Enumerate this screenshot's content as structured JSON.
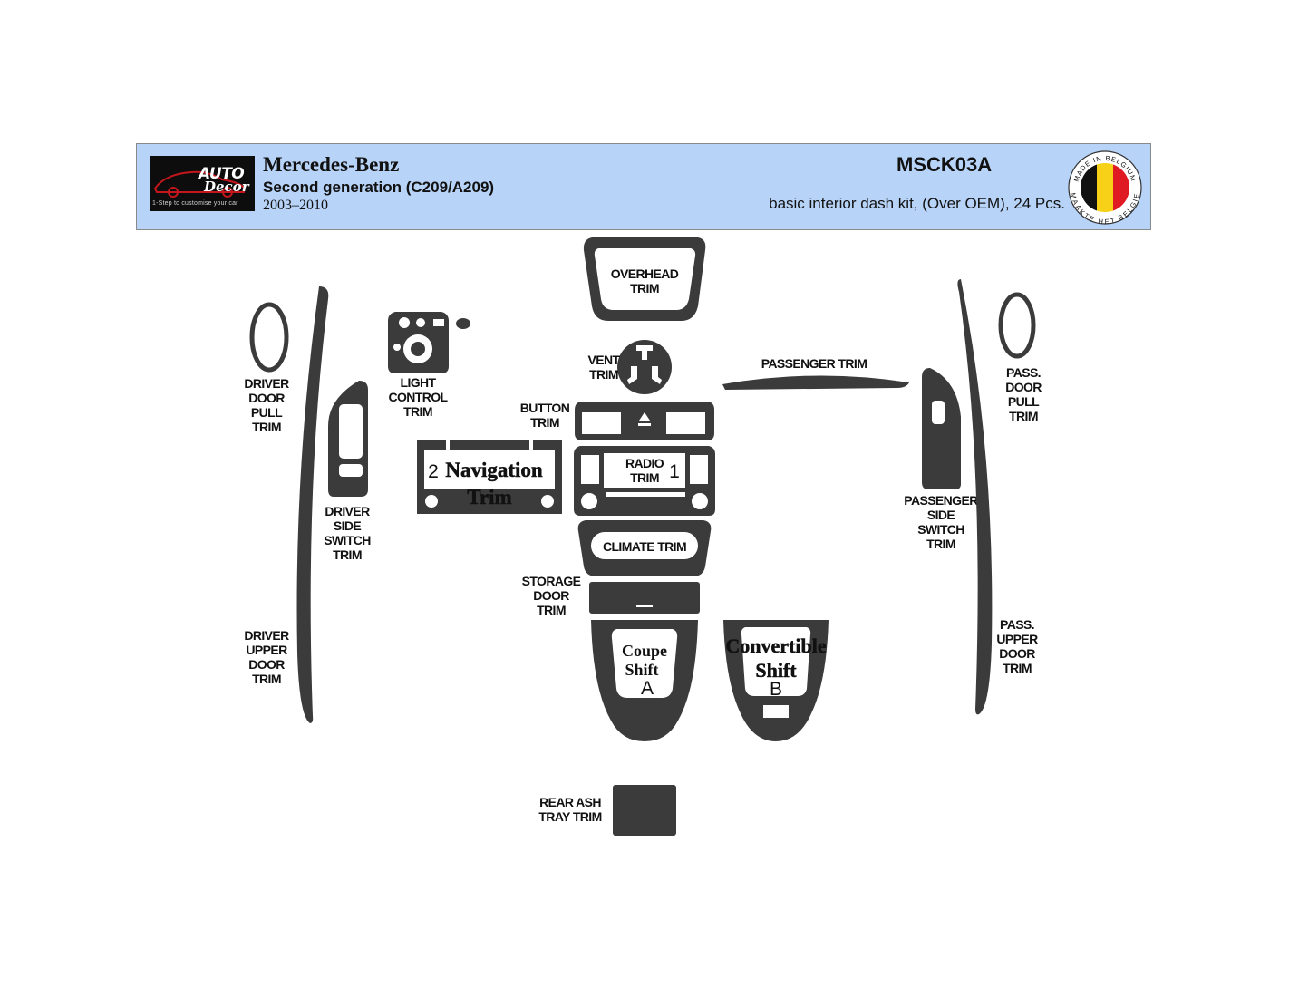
{
  "header": {
    "logo": {
      "line1": "AUTO",
      "line2": "Decor",
      "tagline": "1-Step to customise your car"
    },
    "brand": "Mercedes-Benz",
    "generation": "Second generation (C209/A209)",
    "years": "2003–2010",
    "code": "MSCK03A",
    "description": "basic interior dash kit, (Over OEM), 24 Pcs.",
    "badge": {
      "top_text": "MADE IN BELGIUM",
      "bottom_text": "MAAKTE HET BELGIE",
      "colors": [
        "#111111",
        "#f7d117",
        "#e01a22"
      ]
    }
  },
  "labels": {
    "overhead": [
      "OVERHEAD",
      "TRIM"
    ],
    "vent": [
      "VENT",
      "TRIM"
    ],
    "passenger_trim": "PASSENGER TRIM",
    "light_control": [
      "LIGHT",
      "CONTROL",
      "TRIM"
    ],
    "button": [
      "BUTTON",
      "TRIM"
    ],
    "driver_door_pull": [
      "DRIVER",
      "DOOR",
      "PULL",
      "TRIM"
    ],
    "pass_door_pull": [
      "PASS.",
      "DOOR",
      "PULL",
      "TRIM"
    ],
    "navigation": [
      "Navigation",
      "Trim"
    ],
    "navigation_num": "2",
    "radio": [
      "RADIO",
      "TRIM"
    ],
    "radio_num": "1",
    "driver_side_switch": [
      "DRIVER",
      "SIDE",
      "SWITCH",
      "TRIM"
    ],
    "passenger_side_switch": [
      "PASSENGER",
      "SIDE",
      "SWITCH",
      "TRIM"
    ],
    "climate": "CLIMATE TRIM",
    "storage_door": [
      "STORAGE",
      "DOOR",
      "TRIM"
    ],
    "coupe_shift": [
      "Coupe",
      "Shift"
    ],
    "coupe_letter": "A",
    "convertible_shift": [
      "Convertible",
      "Shift"
    ],
    "convertible_letter": "B",
    "driver_upper_door": [
      "DRIVER",
      "UPPER",
      "DOOR",
      "TRIM"
    ],
    "pass_upper_door": [
      "PASS.",
      "UPPER",
      "DOOR",
      "TRIM"
    ],
    "rear_ash_tray": [
      "REAR ASH",
      "TRAY TRIM"
    ]
  },
  "colors": {
    "header_bg": "#b7d3f7",
    "part": "#3b3b3b"
  }
}
